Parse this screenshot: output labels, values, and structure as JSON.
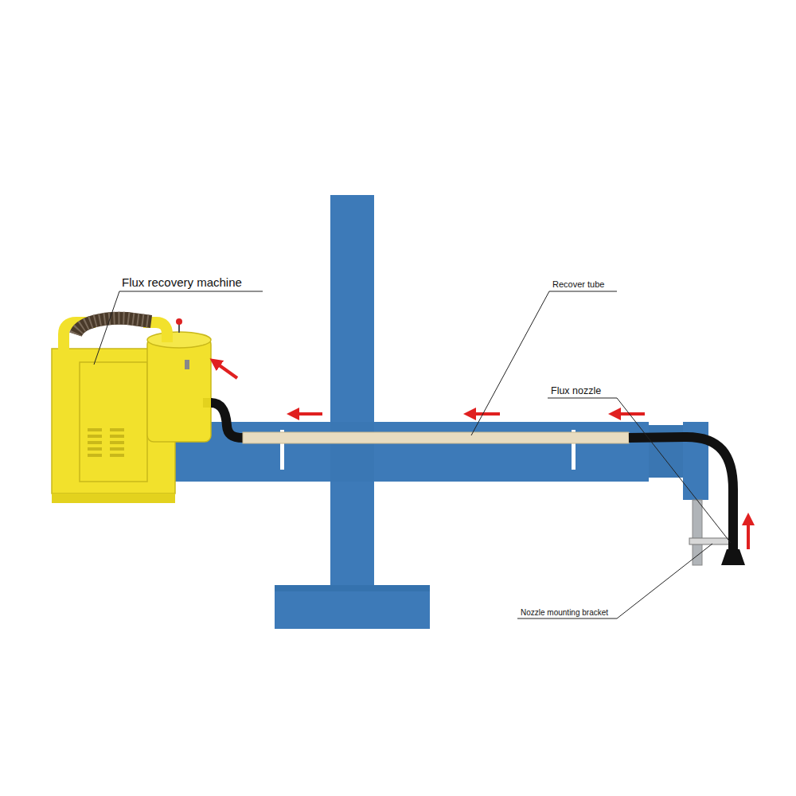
{
  "diagram": {
    "labels": [
      "Flux recovery machine",
      "Recover tube",
      "Flux nozzle",
      "Nozzle mounting bracket"
    ]
  }
}
